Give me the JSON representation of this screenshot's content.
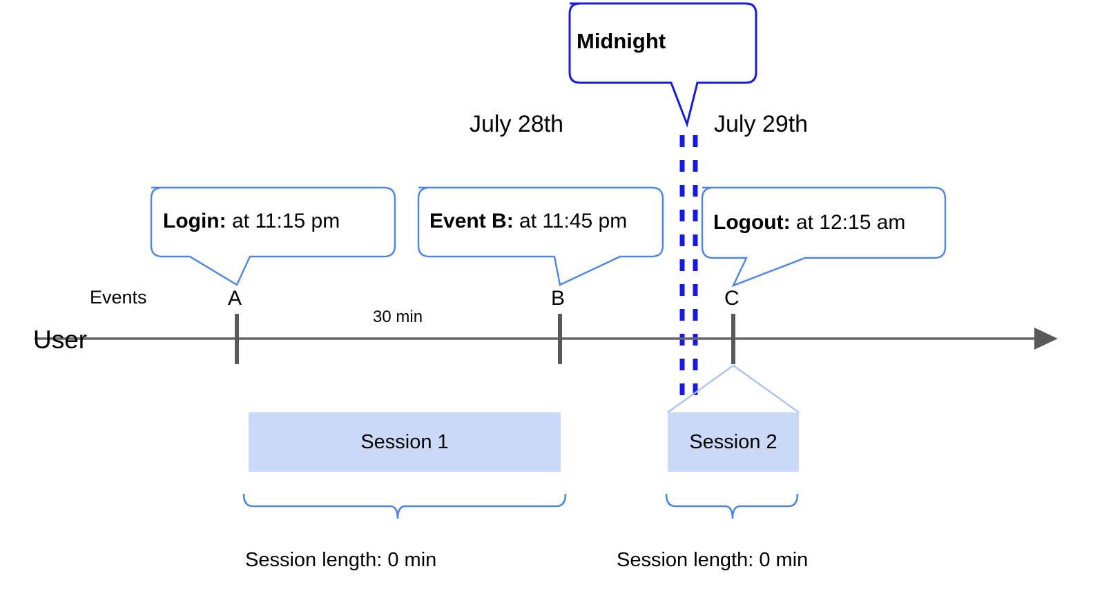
{
  "diagram": {
    "title_callout": {
      "label": "Midnight",
      "border_color": "#1818e6"
    },
    "dates": {
      "left": "July 28th",
      "right": "July 29th"
    },
    "axis": {
      "row_label": "User",
      "events_label": "Events",
      "duration_label": "30 min",
      "line_color": "#666666",
      "tick_color": "#595959"
    },
    "events": [
      {
        "tick": "A",
        "bold": "Login:",
        "rest": " at 11:15 pm"
      },
      {
        "tick": "B",
        "bold": "Event B:",
        "rest": " at 11:45 pm"
      },
      {
        "tick": "C",
        "bold": "Logout:",
        "rest": " at 12:15 am"
      }
    ],
    "sessions": [
      {
        "label": "Session 1",
        "length_label": "Session length: 0 min",
        "fill": "#c9d9f7"
      },
      {
        "label": "Session 2",
        "length_label": "Session length: 0 min",
        "fill": "#c9d9f7"
      }
    ],
    "colors": {
      "callout_border": "#4a86e8",
      "midnight_border": "#1818e6",
      "midnight_dash": "#1818e6",
      "session_fill": "#c9d9f7",
      "brace": "#4a86e8"
    }
  }
}
